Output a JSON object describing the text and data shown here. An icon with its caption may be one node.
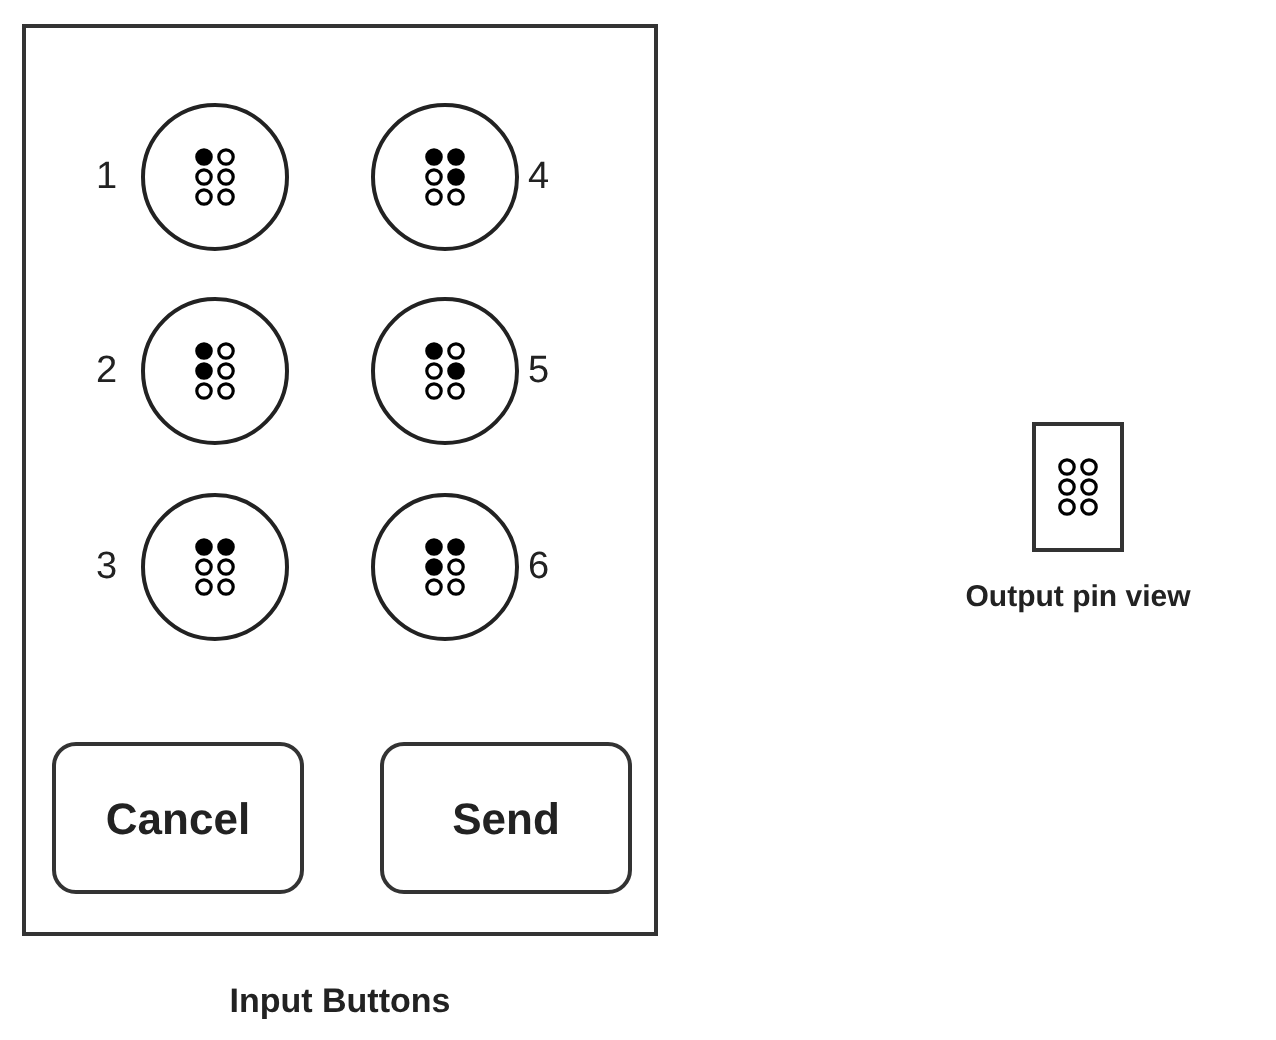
{
  "diagram": {
    "nodes": [
      {
        "text": [
          "Input Buttons"
        ]
      },
      {
        "text": [],
        "shape": "circle",
        "in": 0,
        "beside": [
          "1"
        ]
      },
      {
        "text": [],
        "shape": "circle",
        "in": 0,
        "beside": [
          "4"
        ]
      },
      {
        "text": [],
        "shape": "circle",
        "in": 0,
        "beside": [
          "2"
        ]
      },
      {
        "text": [],
        "shape": "circle",
        "in": 0,
        "beside": [
          "5"
        ]
      },
      {
        "text": [],
        "shape": "circle",
        "in": 0,
        "beside": [
          "3"
        ]
      },
      {
        "text": [],
        "shape": "circle",
        "in": 0,
        "beside": [
          "6"
        ]
      },
      {
        "text": [
          "Cancel"
        ],
        "in": 0
      },
      {
        "text": [
          "Send"
        ],
        "in": 0
      },
      {
        "text": [
          "Output pin view"
        ]
      }
    ],
    "edges": []
  }
}
